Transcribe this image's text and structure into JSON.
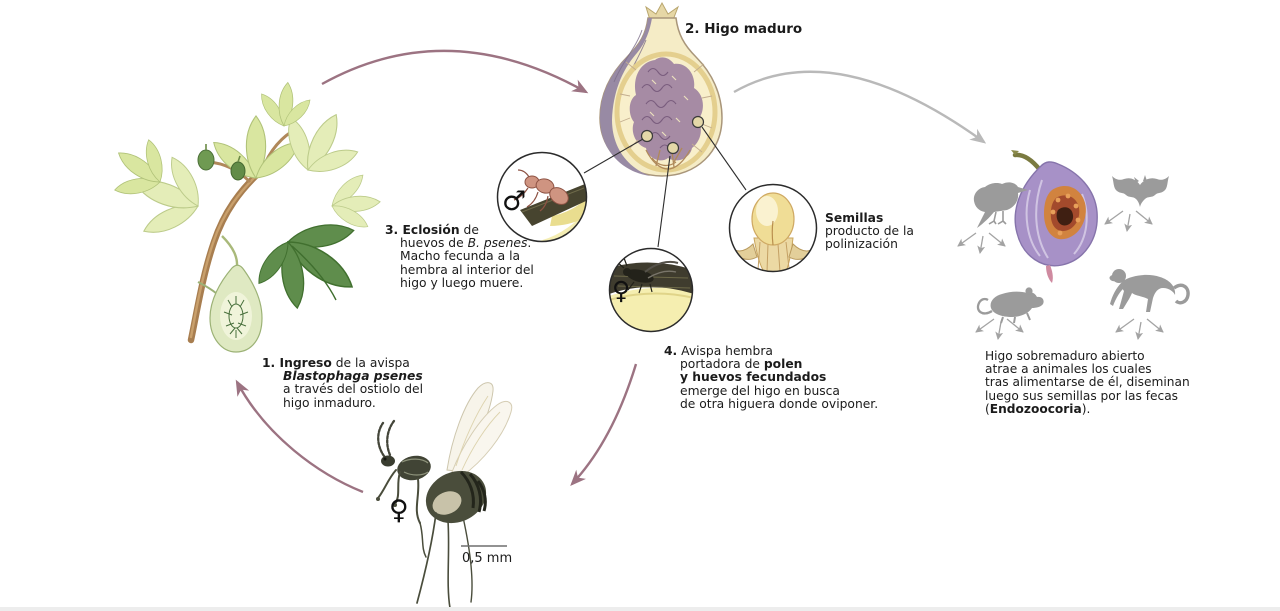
{
  "labels": {
    "fig_mature": "2. Higo maduro",
    "scale_bar": "0,5 mm",
    "male_symbol": "♂",
    "female_symbol_inset": "♀",
    "female_symbol_specimen": "♀"
  },
  "steps": {
    "step1": {
      "lead_bold": "1. Ingreso",
      "lead_rest": " de la avispa",
      "species_bold_italic": "Blastophaga psenes",
      "line3": "a través del ostiolo del",
      "line4": "higo inmaduro."
    },
    "step3": {
      "lead_bold": "3. Eclosión",
      "lead_rest": " de",
      "line2_pre": "huevos de ",
      "line2_italic": "B. psenes",
      "line2_post": ".",
      "line3": "Macho fecunda a la",
      "line4": "hembra al interior del",
      "line5": "higo y luego muere."
    },
    "step4": {
      "lead_bold": "4.",
      "lead_rest": " Avispa hembra",
      "line2_pre": "portadora de ",
      "line2_bold": "polen",
      "line3_bold": "y huevos fecundados",
      "line4": "emerge del higo en busca",
      "line5": "de otra higuera donde oviponer."
    }
  },
  "seeds_callout": {
    "title_bold": "Semillas",
    "line2": "producto de la",
    "line3": "polinización"
  },
  "dispersal_note": {
    "line1": "Higo sobremaduro abierto",
    "line2": "atrae a animales los cuales",
    "line3": "tras alimentarse de él, diseminan",
    "line4": "luego sus semillas por las fecas",
    "line5_pre": "(",
    "line5_bold": "Endozoocoria",
    "line5_post": ")."
  },
  "dispersal_animals": [
    "bird",
    "bat",
    "rat",
    "monkey"
  ],
  "colors": {
    "arrow_mauve": "#9c7382",
    "arrow_gray": "#b9b9b9",
    "animal_gray": "#9b9b9b",
    "text": "#1b1b1b"
  }
}
